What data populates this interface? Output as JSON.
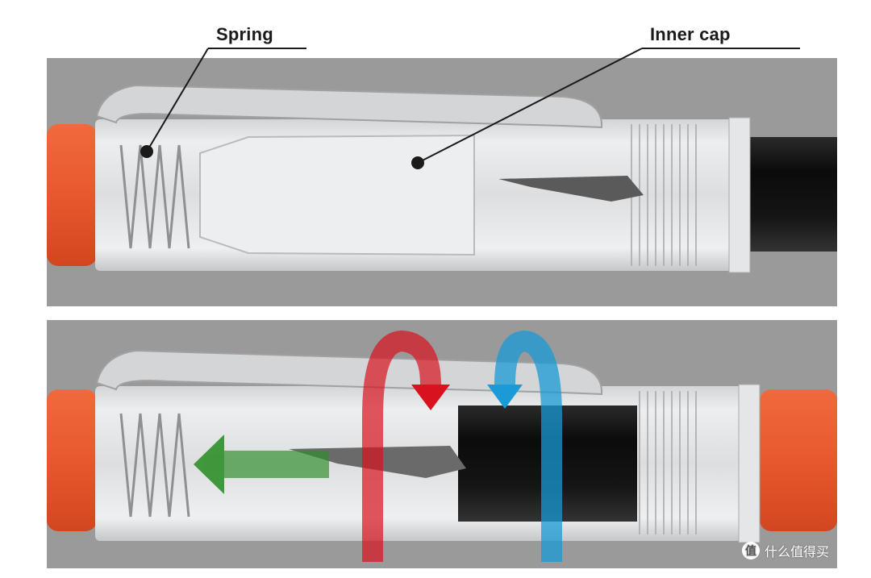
{
  "labels": {
    "spring": "Spring",
    "inner_cap": "Inner cap"
  },
  "watermark": {
    "text": "什么值得买",
    "logo_glyph": "值"
  },
  "colors": {
    "panel_bg": "#9a9a9a",
    "barrel_orange": "#e8582e",
    "arrow_red": "#d8121e",
    "arrow_blue": "#1a9ad6",
    "arrow_green": "#2f8f2a",
    "pen_black": "#111111"
  }
}
